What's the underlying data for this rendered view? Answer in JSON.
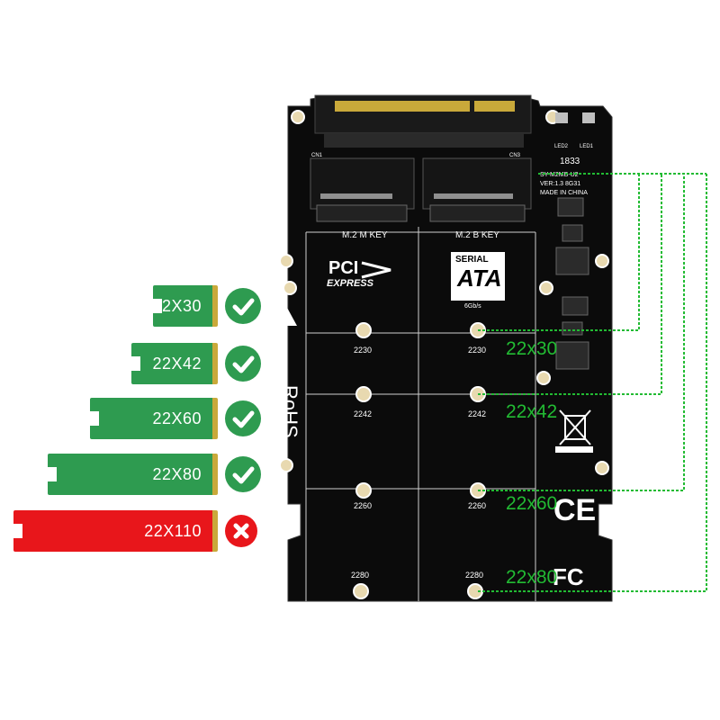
{
  "sizes": [
    {
      "label": "22X30",
      "supported": true
    },
    {
      "label": "22X42",
      "supported": true
    },
    {
      "label": "22X60",
      "supported": true
    },
    {
      "label": "22X80",
      "supported": true
    },
    {
      "label": "22X110",
      "supported": false
    }
  ],
  "board": {
    "slot_left": "M.2 M KEY",
    "slot_right": "M.2 B KEY",
    "pci_logo": "PCI",
    "pci_logo_sub": "EXPRESS",
    "sata_logo_top": "SERIAL",
    "sata_logo_main": "ATA",
    "sata_logo_sub": "6Gb/s",
    "rohs": "RoHS",
    "cn1": "CN1",
    "cn3": "CN3",
    "led2": "LED2",
    "led1": "LED1",
    "model": "SY-M2MB-U2",
    "version": "VER:1.3  8G31",
    "made_in": "MADE IN CHINA",
    "code": "1833",
    "left_marks": [
      "2230",
      "2242",
      "2260",
      "2280"
    ],
    "right_marks": [
      "2230",
      "2242",
      "2260",
      "2280"
    ]
  },
  "annotations": [
    "22x30",
    "22x42",
    "22x60",
    "22x80"
  ],
  "colors": {
    "supported": "#2e9b50",
    "unsupported": "#e8161b",
    "annotation": "#22bb33",
    "board": "#0b0b0b"
  }
}
